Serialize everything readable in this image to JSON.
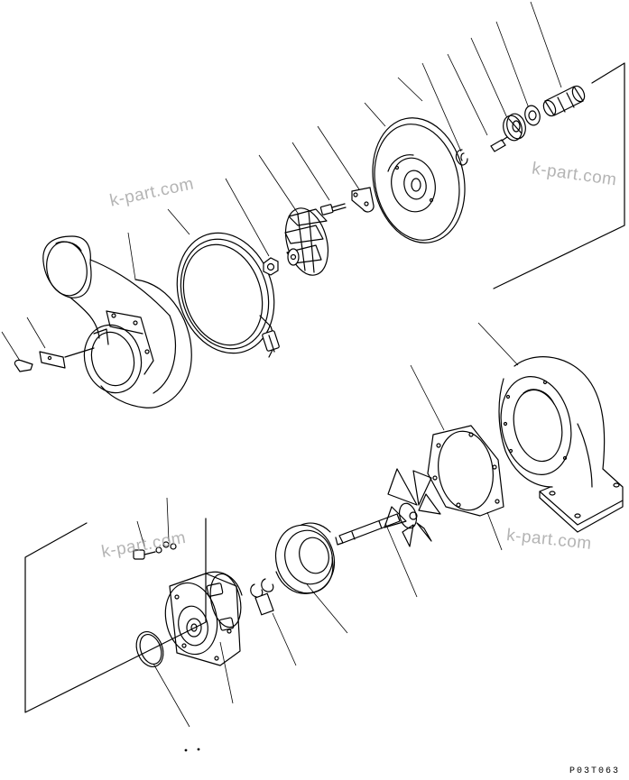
{
  "watermarks": [
    "k-part.com",
    "k-part.com",
    "k-part.com",
    "k-part.com"
  ],
  "reference_code": "P03T063"
}
